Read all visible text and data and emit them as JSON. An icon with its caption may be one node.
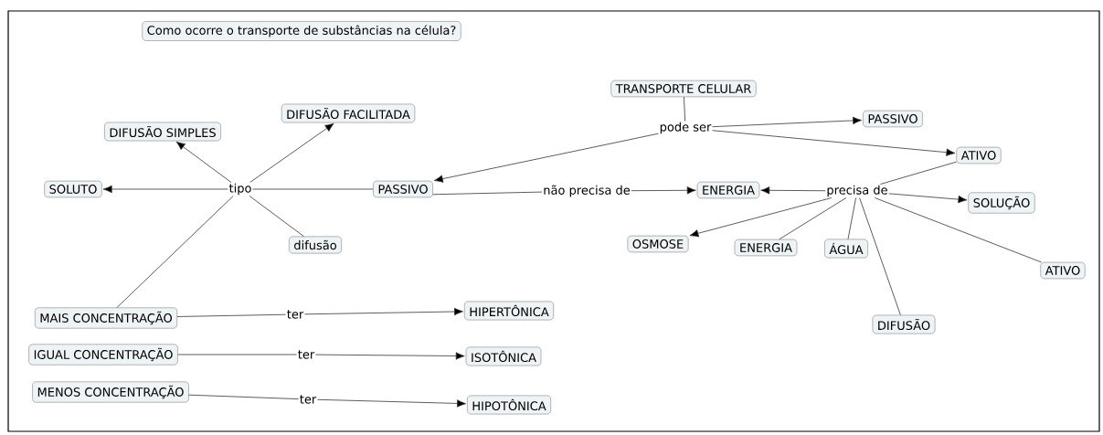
{
  "diagram": {
    "nodes": [
      {
        "text": [
          "Como ocorre o transporte de substâncias na célula?"
        ]
      },
      {
        "text": [
          "TRANSPORTE CELULAR"
        ]
      },
      {
        "text": [
          "pode ser"
        ]
      },
      {
        "text": [
          "PASSIVO"
        ]
      },
      {
        "text": [
          "ATIVO"
        ]
      },
      {
        "text": [
          "PASSIVO"
        ]
      },
      {
        "text": [
          "não precisa de"
        ]
      },
      {
        "text": [
          "ENERGIA"
        ]
      },
      {
        "text": [
          "precisa de"
        ]
      },
      {
        "text": [
          "SOLUÇÃO"
        ]
      },
      {
        "text": [
          "OSMOSE"
        ]
      },
      {
        "text": [
          "ENERGIA"
        ]
      },
      {
        "text": [
          "ÁGUA"
        ]
      },
      {
        "text": [
          "ATIVO"
        ]
      },
      {
        "text": [
          "DIFUSÃO"
        ]
      },
      {
        "text": [
          "tipo"
        ]
      },
      {
        "text": [
          "DIFUSÃO SIMPLES"
        ]
      },
      {
        "text": [
          "DIFUSÃO FACILITADA"
        ]
      },
      {
        "text": [
          "SOLUTO"
        ]
      },
      {
        "text": [
          "difusão"
        ]
      },
      {
        "text": [
          "MAIS CONCENTRAÇÃO"
        ]
      },
      {
        "text": [
          "ter"
        ]
      },
      {
        "text": [
          "HIPERTÔNICA"
        ]
      },
      {
        "text": [
          "IGUAL CONCENTRAÇÃO"
        ]
      },
      {
        "text": [
          "ter"
        ]
      },
      {
        "text": [
          "ISOTÔNICA"
        ]
      },
      {
        "text": [
          "MENOS CONCENTRAÇÃO"
        ]
      },
      {
        "text": [
          "ter"
        ]
      },
      {
        "text": [
          "HIPOTÔNICA"
        ]
      }
    ],
    "edges": [
      {
        "from": 1,
        "to": 2,
        "arrow": "none"
      },
      {
        "from": 2,
        "to": 3,
        "arrow": "to"
      },
      {
        "from": 2,
        "to": 4,
        "arrow": "to"
      },
      {
        "from": 2,
        "to": 5,
        "arrow": "to"
      },
      {
        "from": 5,
        "to": 6,
        "arrow": "none"
      },
      {
        "from": 6,
        "to": 7,
        "arrow": "to"
      },
      {
        "from": 4,
        "to": 8,
        "arrow": "none"
      },
      {
        "from": 8,
        "to": 7,
        "arrow": "to"
      },
      {
        "from": 8,
        "to": 9,
        "arrow": "to"
      },
      {
        "from": 8,
        "to": 10,
        "arrow": "to"
      },
      {
        "from": 8,
        "to": 11,
        "arrow": "none"
      },
      {
        "from": 8,
        "to": 12,
        "arrow": "none"
      },
      {
        "from": 8,
        "to": 13,
        "arrow": "none"
      },
      {
        "from": 8,
        "to": 14,
        "arrow": "none"
      },
      {
        "from": 5,
        "to": 15,
        "arrow": "none"
      },
      {
        "from": 15,
        "to": 16,
        "arrow": "to"
      },
      {
        "from": 15,
        "to": 17,
        "arrow": "to"
      },
      {
        "from": 15,
        "to": 18,
        "arrow": "to"
      },
      {
        "from": 15,
        "to": 19,
        "arrow": "none"
      },
      {
        "from": 15,
        "to": 20,
        "arrow": "none"
      },
      {
        "from": 20,
        "to": 21,
        "arrow": "none"
      },
      {
        "from": 21,
        "to": 22,
        "arrow": "to"
      },
      {
        "from": 23,
        "to": 24,
        "arrow": "none"
      },
      {
        "from": 24,
        "to": 25,
        "arrow": "to"
      },
      {
        "from": 26,
        "to": 27,
        "arrow": "none"
      },
      {
        "from": 27,
        "to": 28,
        "arrow": "to"
      }
    ]
  }
}
